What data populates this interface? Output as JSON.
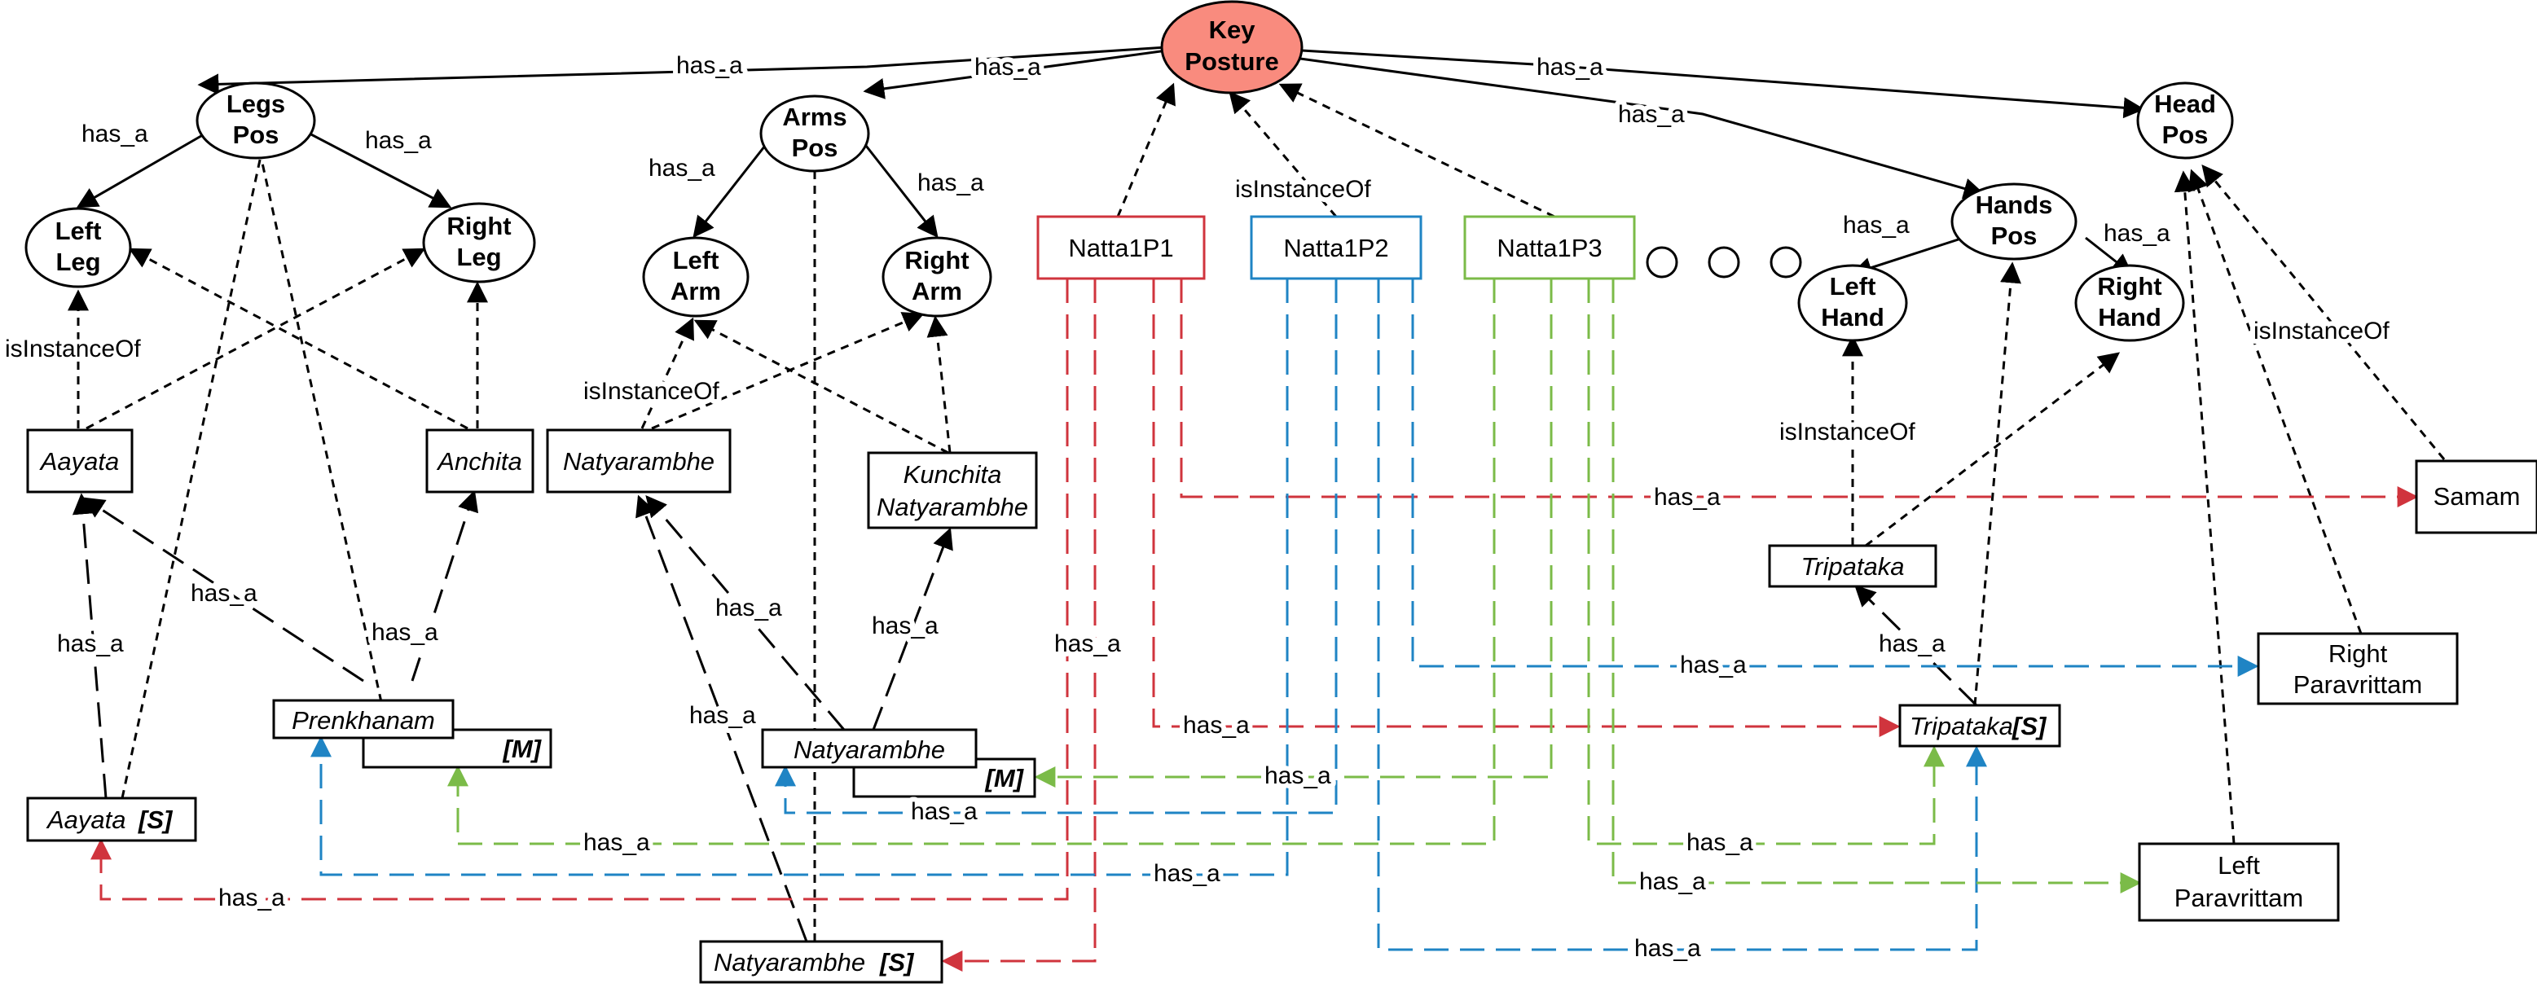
{
  "nodes": {
    "key_posture": [
      "Key",
      "Posture"
    ],
    "legs_pos": [
      "Legs",
      "Pos"
    ],
    "arms_pos": [
      "Arms",
      "Pos"
    ],
    "head_pos": [
      "Head",
      "Pos"
    ],
    "hands_pos": [
      "Hands",
      "Pos"
    ],
    "left_leg": [
      "Left",
      "Leg"
    ],
    "right_leg": [
      "Right",
      "Leg"
    ],
    "left_arm": [
      "Left",
      "Arm"
    ],
    "right_arm": [
      "Right",
      "Arm"
    ],
    "left_hand": [
      "Left",
      "Hand"
    ],
    "right_hand": [
      "Right",
      "Hand"
    ],
    "natta1p1": "Natta1P1",
    "natta1p2": "Natta1P2",
    "natta1p3": "Natta1P3",
    "aayata": "Aayata",
    "anchita": "Anchita",
    "natyarambhe": "Natyarambhe",
    "kunchita_natyarambhe": [
      "Kunchita",
      "Natyarambhe"
    ],
    "tripataka": "Tripataka",
    "samam": "Samam",
    "prenkhanam": "Prenkhanam",
    "prenkhanam_m": "[M]",
    "natyarambhe_m_top": "Natyarambhe",
    "natyarambhe_m": "[M]",
    "aayata_s": [
      "Aayata",
      "[S]"
    ],
    "natyarambhe_s": [
      "Natyarambhe",
      "[S]"
    ],
    "tripataka_s": [
      "Tripataka",
      "[S]"
    ],
    "right_paravrittam": [
      "Right",
      "Paravrittam"
    ],
    "left_paravrittam": [
      "Left",
      "Paravrittam"
    ]
  },
  "edge_labels": {
    "has_a": "has_a",
    "is_instance_of": "isInstanceOf"
  },
  "colors": {
    "key_posture_fill": "#f98b7e",
    "natta1p1": "#d0343d",
    "natta1p2": "#1f84c4",
    "natta1p3": "#7bbb48",
    "black": "#000000"
  }
}
